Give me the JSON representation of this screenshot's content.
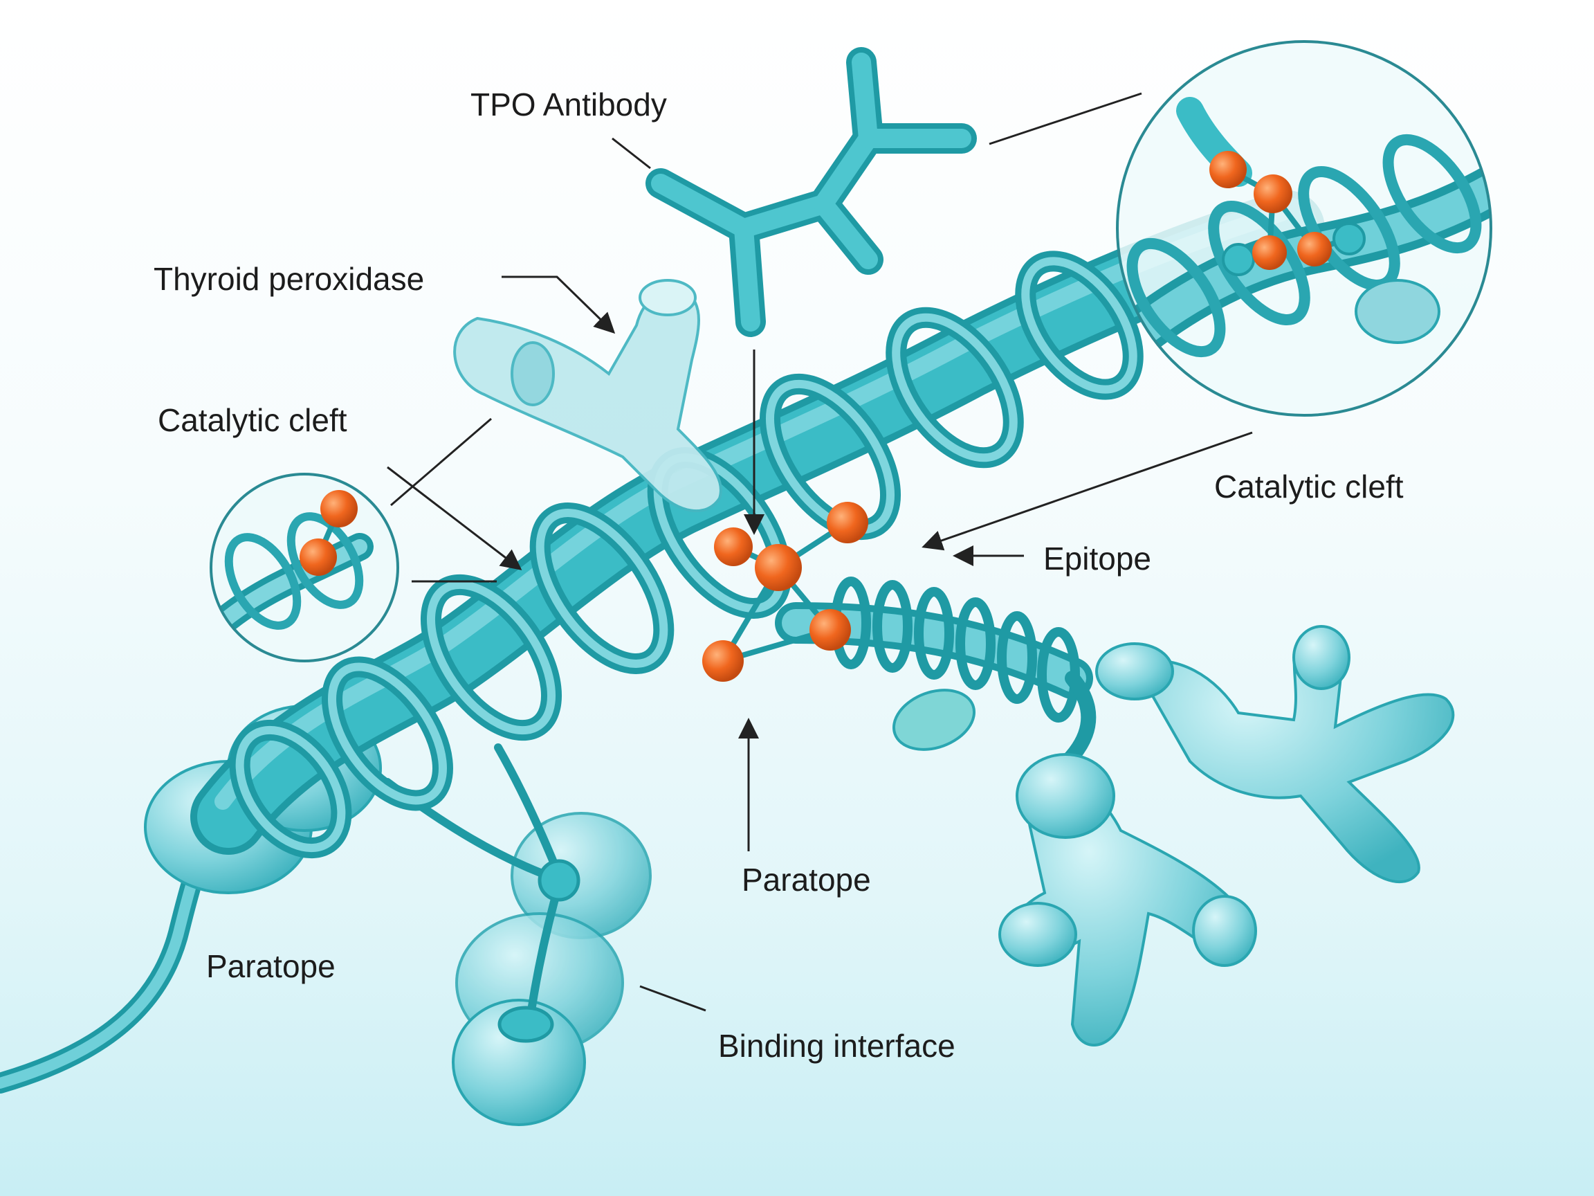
{
  "labels": {
    "tpo_antibody": "TPO Antibody",
    "thyroid_peroxidase": "Thyroid peroxidase",
    "catalytic_cleft_left": "Catalytic cleft",
    "catalytic_cleft_right": "Catalytic cleft",
    "epitope": "Epitope",
    "paratope_center": "Paratope",
    "paratope_left": "Paratope",
    "binding_interface": "Binding interface"
  },
  "colors": {
    "protein": "#3bbcc6",
    "protein_dark": "#1f9aa4",
    "protein_light": "#9fe0e6",
    "residue": "#f0661e",
    "text": "#1c1c1c",
    "line": "#222222"
  }
}
